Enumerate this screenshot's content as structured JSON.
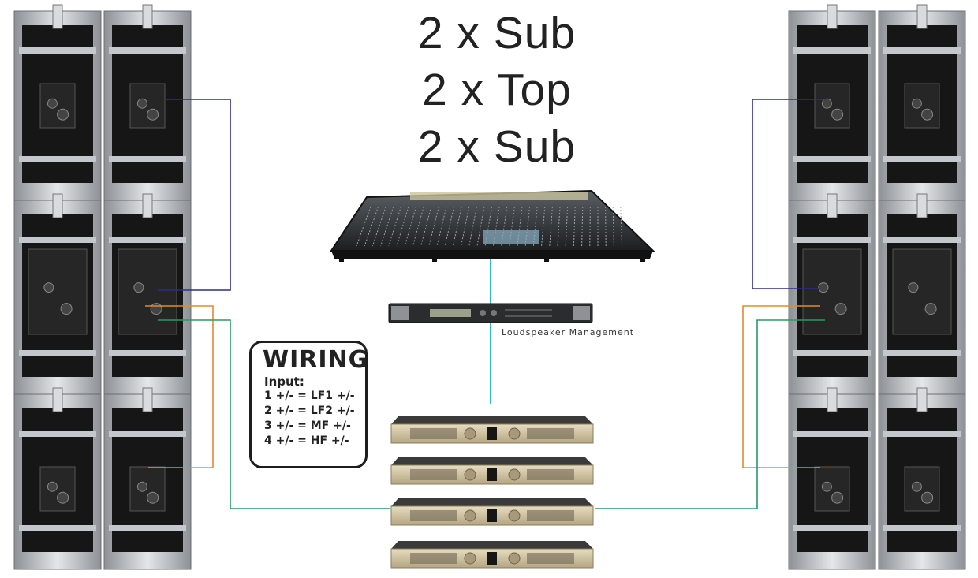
{
  "title": {
    "line1": "2 x Sub",
    "line2": "2 x Top",
    "line3": "2 x Sub"
  },
  "wiring": {
    "heading": "WIRING",
    "subheading": "Input:",
    "lines": [
      "1 +/- = LF1 +/-",
      "2 +/- = LF2 +/-",
      "3 +/- = MF +/-",
      "4 +/- = HF +/-"
    ]
  },
  "devices": {
    "processor_label": "Loudspeaker Management",
    "amplifier_count": 4,
    "speaker_stacks": 4
  },
  "colors": {
    "cable_blue": "#2b2f8c",
    "cable_orange": "#e38a2c",
    "cable_green": "#2a9a62",
    "cable_cyan": "#33b4cf",
    "rig_frame": "#b8bcc2",
    "cabinet": "#161616",
    "amp_face": "#cfc3a3"
  }
}
